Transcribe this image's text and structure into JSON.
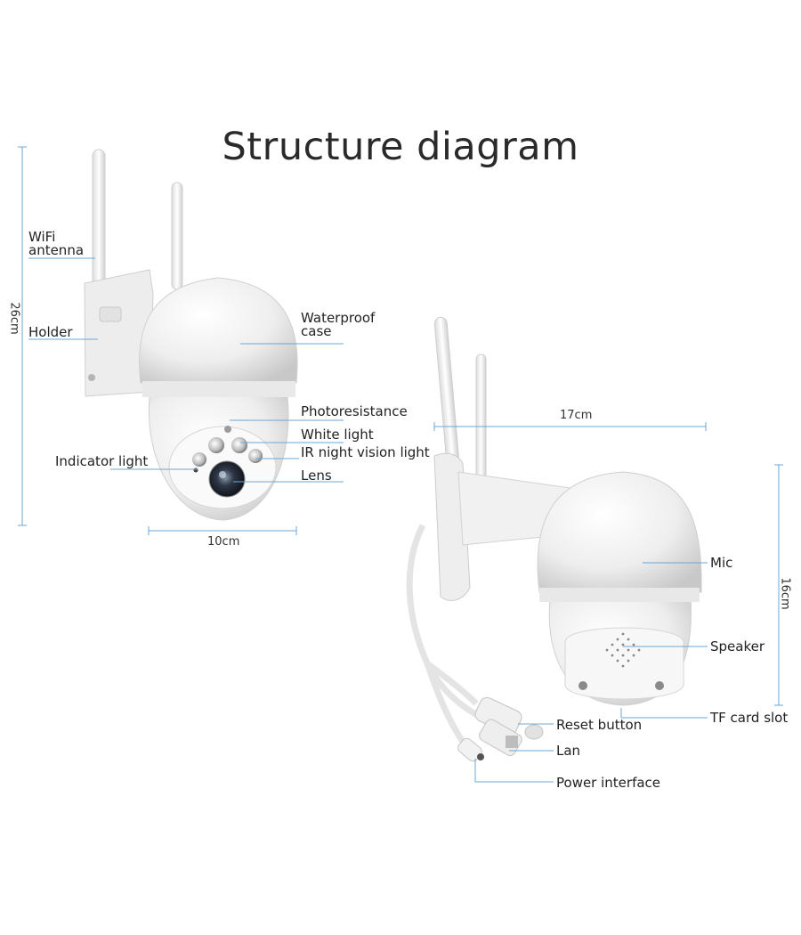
{
  "title": "Structure diagram",
  "front_view": {
    "labels": {
      "wifi_antenna_line1": "WiFi",
      "wifi_antenna_line2": "antenna",
      "holder": "Holder",
      "waterproof_case_line1": "Waterproof",
      "waterproof_case_line2": "case",
      "photoresistance": "Photoresistance",
      "white_light": "White light",
      "ir_night_vision_light": "IR night vision light",
      "indicator_light": "Indicator light",
      "lens": "Lens"
    },
    "dimensions": {
      "height": "26cm",
      "width": "10cm"
    }
  },
  "side_view": {
    "labels": {
      "mic": "Mic",
      "speaker": "Speaker",
      "reset_button": "Reset button",
      "tf_card_slot": "TF card slot",
      "lan": "Lan",
      "power_interface": "Power interface"
    },
    "dimensions": {
      "length": "17cm",
      "height": "16cm"
    }
  },
  "colors": {
    "callout_line": "#6aa8d8",
    "camera_body": "#f2f2f2",
    "camera_shadow": "#c9c9c9"
  }
}
